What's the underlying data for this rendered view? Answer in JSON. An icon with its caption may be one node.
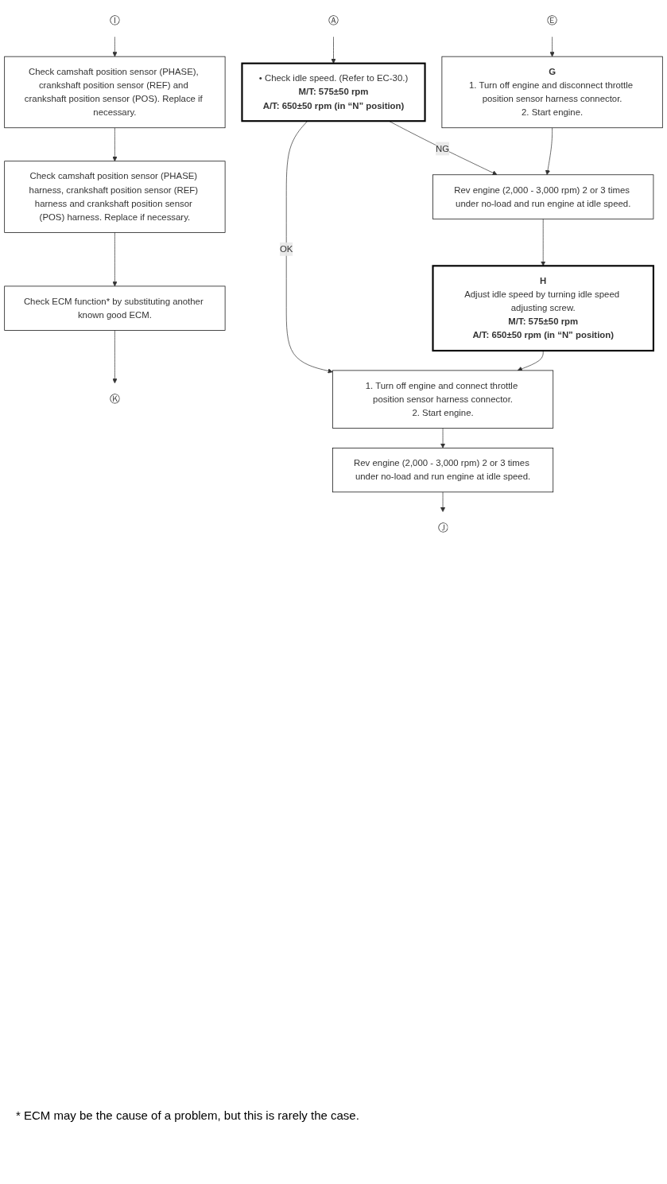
{
  "diagram": {
    "nodes": [
      {
        "text": [
          "Ⓐ"
        ]
      },
      {
        "text": [
          "Ⓘ"
        ]
      },
      {
        "text": [
          "Check camshaft position sensor (PHASE), crankshaft position sensor (REF) and crankshaft position sensor (POS). Replace if necessary."
        ]
      },
      {
        "text": [
          "Check camshaft position sensor (PHASE) harness, crankshaft position sensor (REF) harness and crankshaft position sensor (POS) harness. Replace if necessary."
        ]
      },
      {
        "text": [
          "Check ECM function* by substituting another known good ECM."
        ]
      },
      {
        "text": [
          "Ⓚ"
        ]
      },
      {
        "text": [
          "Ⓔ"
        ]
      },
      {
        "text": [
          "G",
          "1. Turn off engine and disconnect throttle position sensor harness connector.",
          "2. Start engine."
        ]
      },
      {
        "text": [
          "• Check idle speed. (Refer to EC-30.)",
          "M/T: 575±50 rpm",
          "A/T: 650±50 rpm (in “N” position)"
        ]
      },
      {
        "text": [
          "Rev engine (2,000 - 3,000 rpm) 2 or 3 times under no-load and run engine at idle speed."
        ]
      },
      {
        "text": [
          "H",
          "Adjust idle speed by turning idle speed adjusting screw.",
          "M/T: 575±50 rpm",
          "A/T: 650±50 rpm (in “N” position)"
        ]
      },
      {
        "text": [
          "1. Turn off engine and connect throttle position sensor harness connector.",
          "2. Start engine."
        ]
      },
      {
        "text": [
          "Rev engine (2,000 - 3,000 rpm) 2 or 3 times under no-load and run engine at idle speed."
        ]
      },
      {
        "text": [
          "Ⓙ"
        ]
      }
    ],
    "edges": [
      {
        "from": 0,
        "to": 8,
        "arrow": "to"
      },
      {
        "from": 1,
        "to": 2,
        "arrow": "to"
      },
      {
        "from": 2,
        "to": 3,
        "arrow": "to"
      },
      {
        "from": 3,
        "to": 4,
        "arrow": "to"
      },
      {
        "from": 4,
        "to": 5,
        "arrow": "to"
      },
      {
        "from": 6,
        "to": 7,
        "arrow": "to"
      },
      {
        "from": 8,
        "to": 9,
        "label": "NG",
        "arrow": "to"
      },
      {
        "from": 7,
        "to": 9,
        "arrow": "to"
      },
      {
        "from": 9,
        "to": 10,
        "arrow": "to"
      },
      {
        "from": 8,
        "to": 11,
        "label": "OK",
        "arrow": "to"
      },
      {
        "from": 10,
        "to": 11,
        "arrow": "to"
      },
      {
        "from": 11,
        "to": 12,
        "arrow": "to"
      },
      {
        "from": 12,
        "to": 13,
        "arrow": "to"
      }
    ],
    "labels": [
      "* ECM may be the cause of a problem, but this is rarely the case."
    ]
  }
}
